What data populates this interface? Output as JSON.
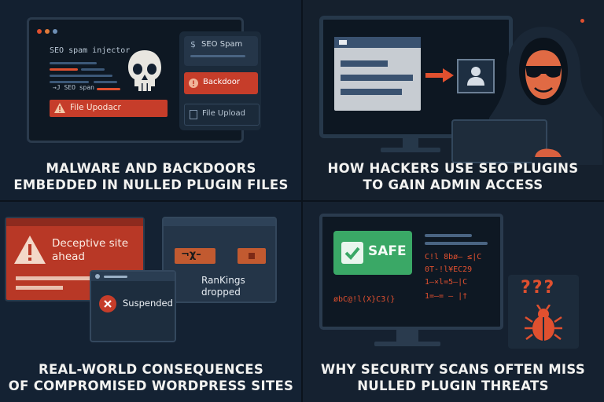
{
  "colors": {
    "accent": "#e0502f",
    "danger_red": "#c63d2a",
    "safe_green": "#3aa866",
    "panel": "#1b2a3a",
    "text": "#f2f2f0"
  },
  "q1": {
    "caption_lines": [
      "MALWARE AND BACKDOORS",
      "EMBEDDED IN NULLED PLUGIN FILES"
    ],
    "code_title": "SEO spam injector",
    "code_line": "→J SEO span",
    "warn_label": "File Upodacr",
    "side_seo": "SEO Spam",
    "side_backdoor": "Backdoor",
    "side_upload": "File Upload",
    "skull_icon": "skull-icon"
  },
  "q2": {
    "caption_lines": [
      "HOW HACKERS USE SEO PLUGINS",
      "TO GAIN ADMIN ACCESS"
    ]
  },
  "q3": {
    "caption_lines": [
      "REAL-WORLD CONSEQUENCES",
      "OF COMPROMISED WORDPRESS SITES"
    ],
    "deceptive_label": "Deceptive site ahead",
    "suspended_label": "Suspended",
    "rankings_label": "RanKings dropped",
    "glyph_label": "¬χ–"
  },
  "q4": {
    "caption_lines": [
      "WHY SECURITY SCANS OFTEN MISS",
      "NULLED PLUGIN THREATS"
    ],
    "safe_label": "SAFE",
    "code_lines": [
      "C!l 8bø– ≤|C",
      "0T-!l¥EC29",
      "1–×l=5–|C",
      "1=–= – |†"
    ],
    "code_bottom": "øbC@!l(X}C3(}",
    "question_marks": "???",
    "bug_icon": "bug-icon"
  }
}
